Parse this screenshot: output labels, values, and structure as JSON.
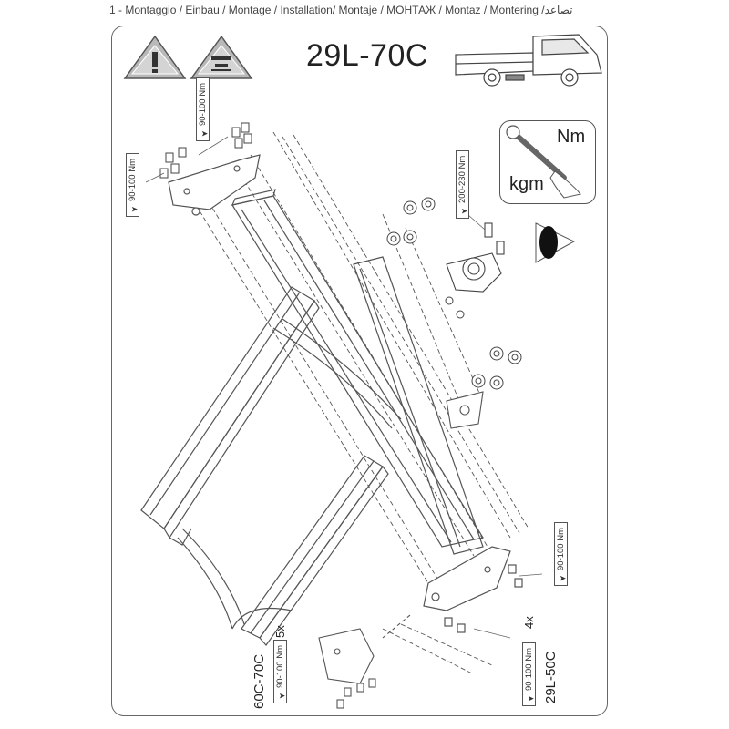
{
  "header": {
    "text": "1 - Montaggio / Einbau / Montage / Installation/ Montaje / МОНТАЖ  / Montaz / Montering /تصاعد"
  },
  "model_code": "29L-70C",
  "warning_icons": [
    "warning-exclamation-icon",
    "warning-measure-icon"
  ],
  "torque_box": {
    "unit_top": "Nm",
    "unit_bottom": "kgm",
    "icon": "torque-wrench-icon"
  },
  "torque_labels": {
    "top_left_upper": "90-100 Nm",
    "top_left_lower": "90-100 Nm",
    "ball_bolt": "200-230 Nm",
    "right_side": "90-100 Nm",
    "bottom_left": "90-100 Nm",
    "bottom_right": "90-100 Nm"
  },
  "bottom_left": {
    "variant": "60C-70C",
    "qty": "5x"
  },
  "bottom_right": {
    "variant": "29L-50C",
    "qty": "4x"
  },
  "colors": {
    "line": "#555555",
    "frame": "#666666",
    "text": "#222222"
  }
}
